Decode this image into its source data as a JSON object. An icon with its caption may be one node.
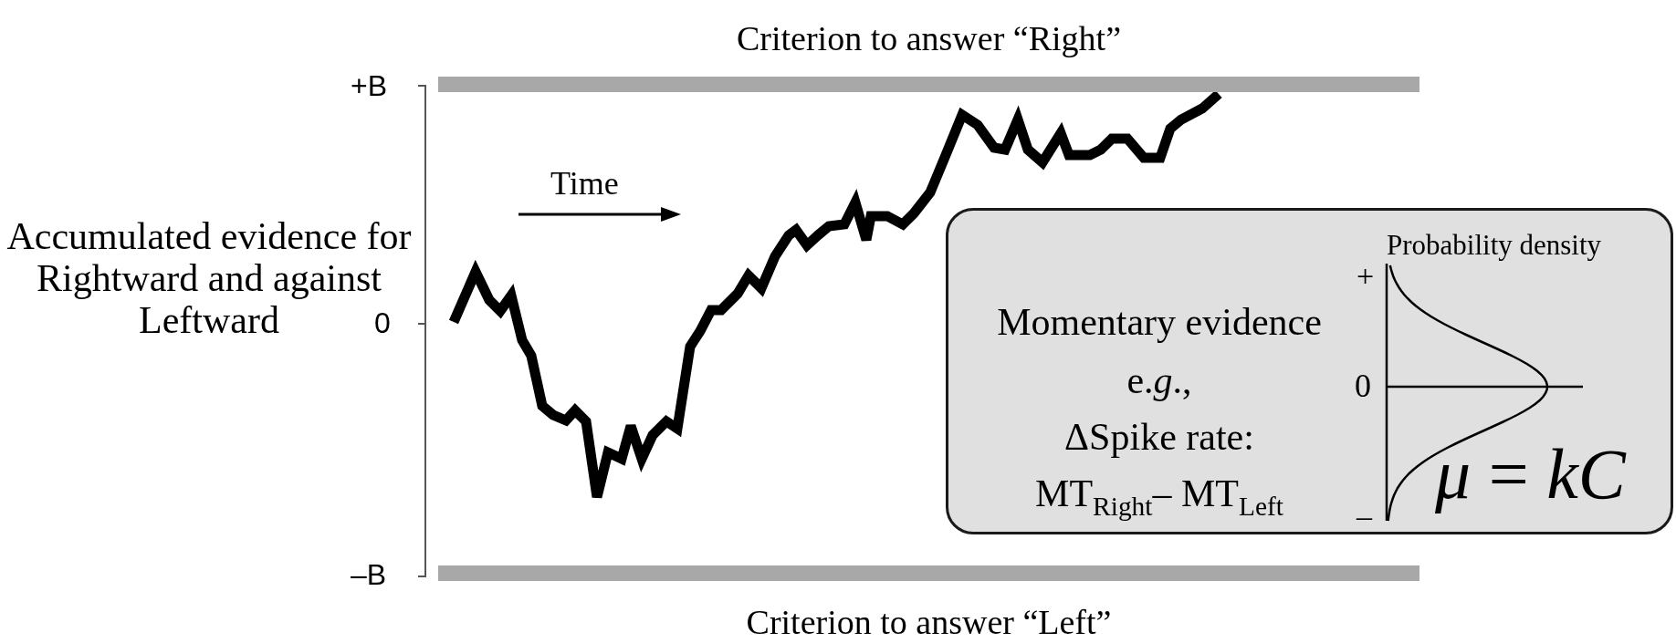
{
  "diagram": {
    "nodes": [
      {
        "text": [
          "Criterion to answer “Right”"
        ]
      },
      {
        "text": [
          "Criterion to answer “Left”"
        ]
      },
      {
        "text": [
          "Momentary evidence",
          "e.*g*.,",
          "ΔSpike rate:",
          "MT$_{Right}$– MT$_{Left}$",
          "Probability density",
          "+",
          "0",
          "–",
          "*μ* = *kC*"
        ]
      }
    ],
    "labels": [
      "+B",
      "Time",
      "Accumulated evidence for Rightward and against Leftward",
      "0",
      "–B"
    ]
  }
}
